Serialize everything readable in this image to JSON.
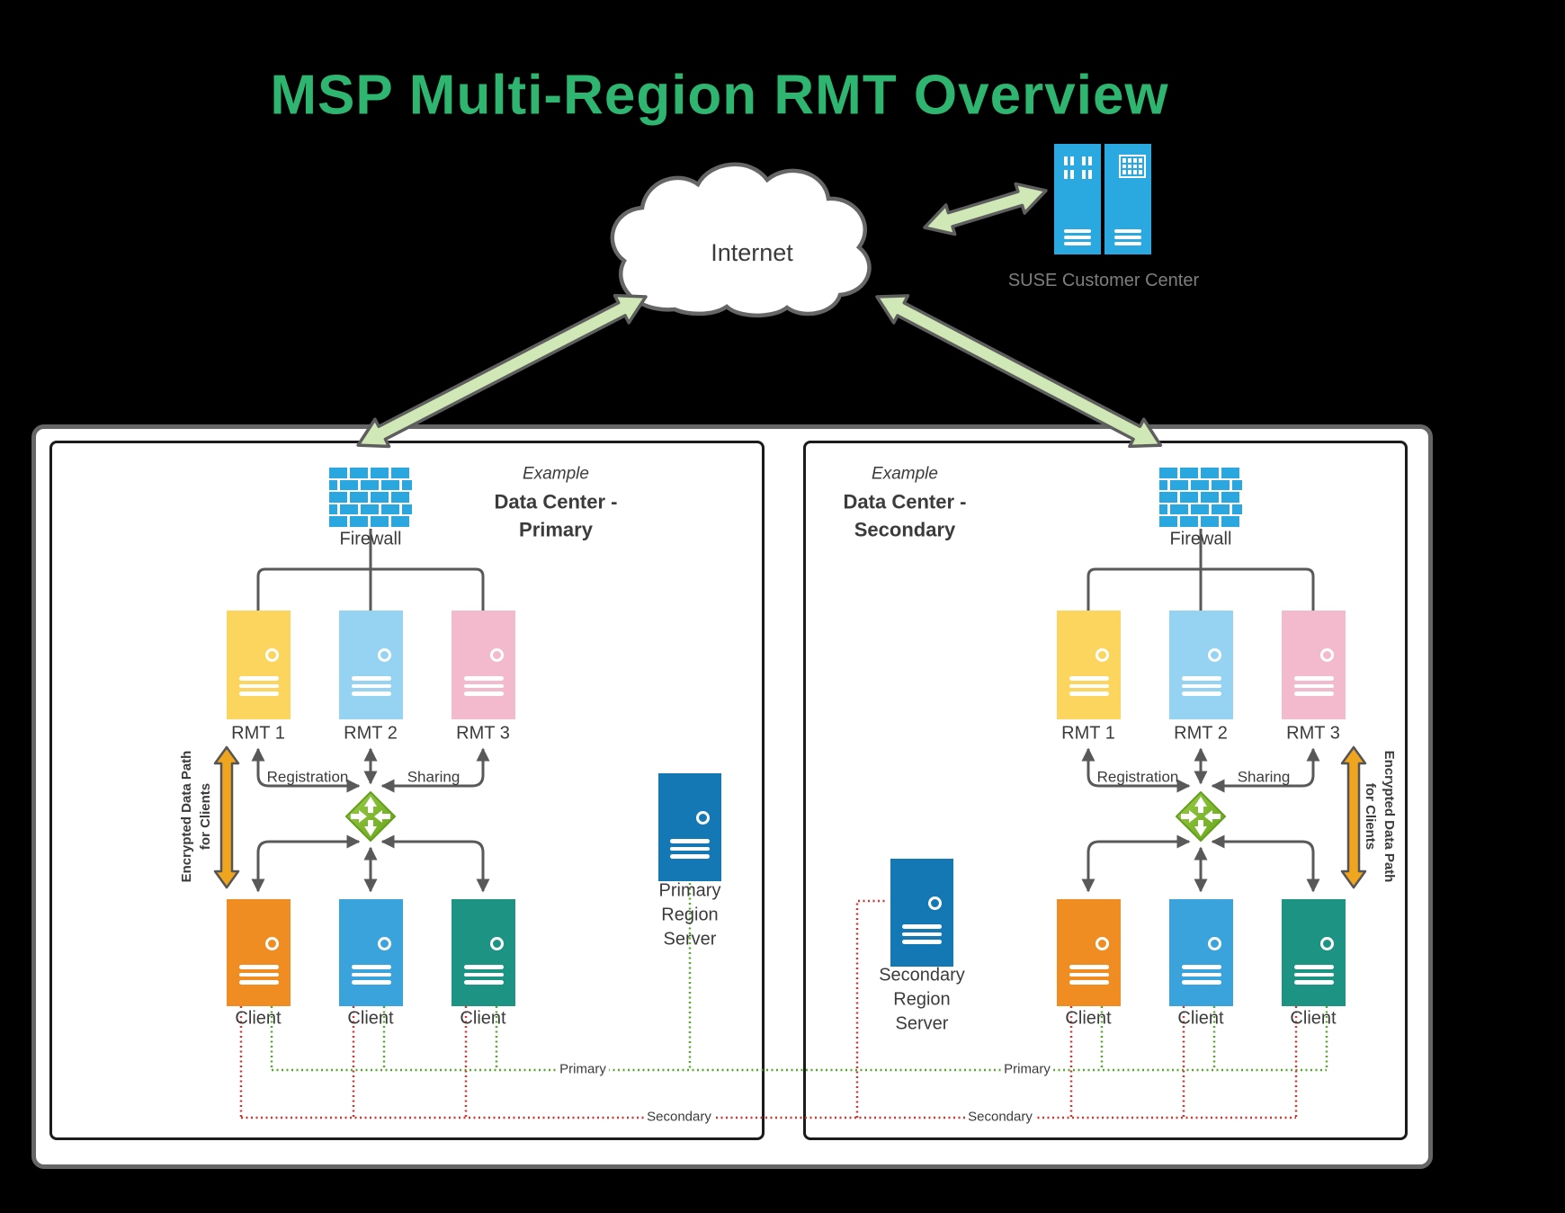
{
  "title": "MSP Multi-Region RMT Overview",
  "cloud": {
    "label": "Internet"
  },
  "scc": {
    "label": "SUSE Customer Center"
  },
  "left_dc": {
    "example": "Example",
    "name_line1": "Data Center -",
    "name_line2": "Primary",
    "firewall_label": "Firewall",
    "rmt_labels": [
      "RMT 1",
      "RMT 2",
      "RMT 3"
    ],
    "registration_label": "Registration",
    "sharing_label": "Sharing",
    "client_label": "Client",
    "encrypted_path_line1": "Encrypted Data Path",
    "encrypted_path_line2": "for Clients",
    "region_server_lines": [
      "Primary",
      "Region",
      "Server"
    ],
    "primary_line_label": "Primary",
    "secondary_line_label": "Secondary"
  },
  "right_dc": {
    "example": "Example",
    "name_line1": "Data Center -",
    "name_line2": "Secondary",
    "firewall_label": "Firewall",
    "rmt_labels": [
      "RMT 1",
      "RMT 2",
      "RMT 3"
    ],
    "registration_label": "Registration",
    "sharing_label": "Sharing",
    "client_label": "Client",
    "encrypted_path_line1": "Encrypted Data Path",
    "encrypted_path_line2": "for Clients",
    "region_server_lines": [
      "Secondary",
      "Region",
      "Server"
    ],
    "primary_line_label": "Primary",
    "secondary_line_label": "Secondary"
  },
  "colors": {
    "title_green": "#2eb570",
    "scc_blue": "#29a9e0",
    "firewall_blue": "#2aa7df",
    "rmt1_yellow": "#fbd55e",
    "rmt2_light_blue": "#96d3f2",
    "rmt3_pink": "#f3bacd",
    "client_orange": "#ef8d22",
    "client_blue": "#3aa3dc",
    "client_teal": "#1d9384",
    "region_server_blue": "#1478b5",
    "router_green": "#7db929",
    "encrypted_path_gold": "#f0a51f",
    "wan_arrow_green": "#cfe8b5",
    "primary_line_green": "#54a82c",
    "secondary_line_red": "#cb3732"
  }
}
